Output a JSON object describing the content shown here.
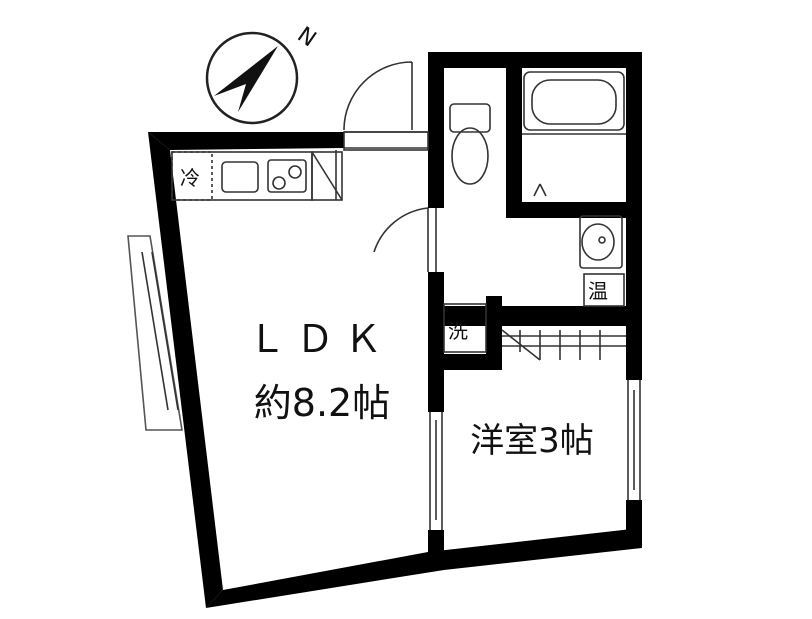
{
  "compass": {
    "label": "N",
    "icon": "compass-arrow-icon"
  },
  "rooms": {
    "ldk": {
      "name": "ＬＤＫ",
      "size": "約8.2帖"
    },
    "western": {
      "name": "洋室3帖"
    }
  },
  "fixtures": {
    "fridge": "冷",
    "washer": "洗",
    "water_heater": "温"
  },
  "colors": {
    "wall": "#000000",
    "line": "#333333",
    "background": "#ffffff"
  }
}
